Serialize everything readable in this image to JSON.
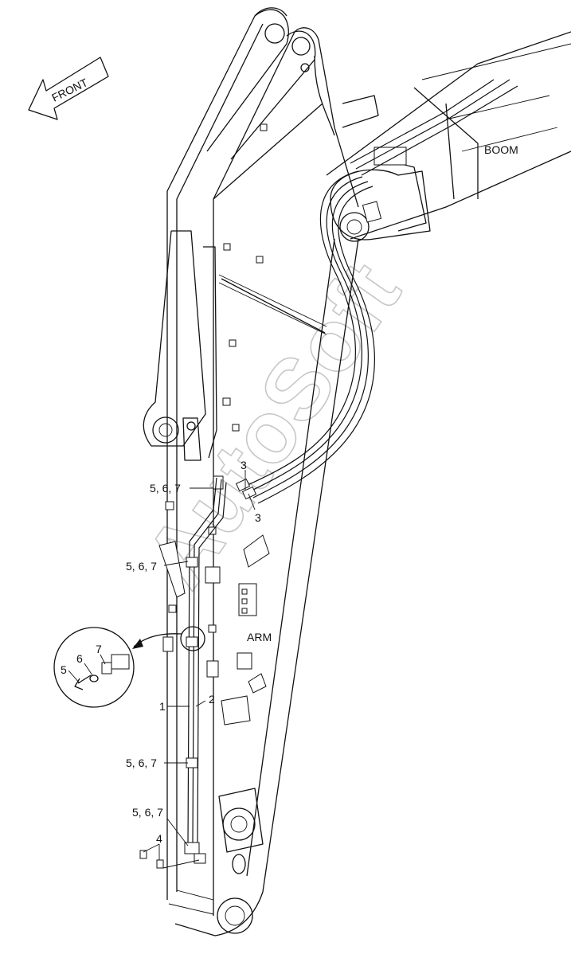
{
  "diagram": {
    "watermark": "AutoSoft",
    "front_label": "FRONT",
    "boom_label": "BOOM",
    "arm_label": "ARM",
    "callouts": [
      {
        "id": "c-3a",
        "text": "3"
      },
      {
        "id": "c-3b",
        "text": "3"
      },
      {
        "id": "c-567a",
        "text": "5, 6, 7"
      },
      {
        "id": "c-567b",
        "text": "5, 6, 7"
      },
      {
        "id": "c-567c",
        "text": "5, 6, 7"
      },
      {
        "id": "c-567d",
        "text": "5, 6, 7"
      },
      {
        "id": "c-1",
        "text": "1"
      },
      {
        "id": "c-2",
        "text": "2"
      },
      {
        "id": "c-4",
        "text": "4"
      },
      {
        "id": "c-5",
        "text": "5"
      },
      {
        "id": "c-6",
        "text": "6"
      },
      {
        "id": "c-7",
        "text": "7"
      }
    ]
  }
}
